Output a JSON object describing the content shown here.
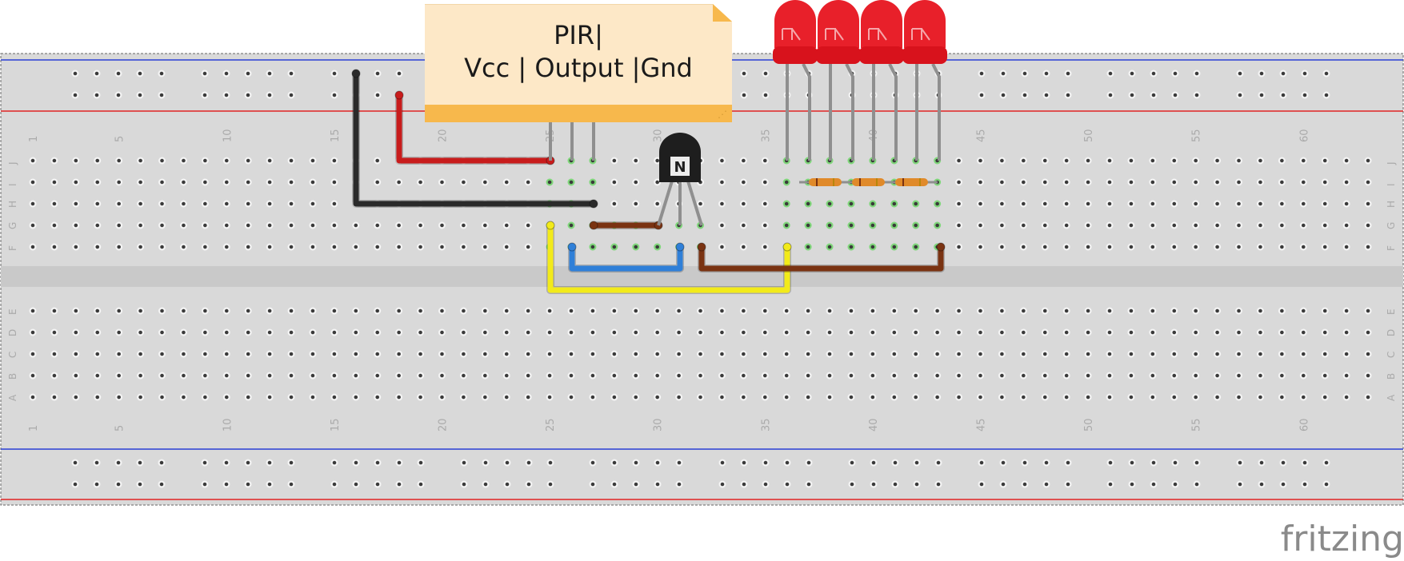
{
  "note": {
    "lines": [
      "PIR|",
      "Vcc | Output |Gnd"
    ]
  },
  "logo": "fritzing",
  "breadboard": {
    "column_numbers": [
      "1",
      "5",
      "10",
      "15",
      "20",
      "25",
      "30",
      "35",
      "40",
      "45",
      "50",
      "55",
      "60"
    ],
    "top_row_letters": [
      "J",
      "I",
      "H",
      "G",
      "F"
    ],
    "bottom_row_letters": [
      "E",
      "D",
      "C",
      "B",
      "A"
    ],
    "transistor_marking": "N"
  },
  "colors": {
    "board": "#d9d9d9",
    "rail_blue": "#2b3fd6",
    "rail_red": "#e02424",
    "wire_black": "#2a2a2a",
    "wire_red": "#c81c1c",
    "wire_yellow": "#f2ea1a",
    "wire_blue": "#2f7fd8",
    "wire_brown": "#7a3312",
    "led_red": "#e8202a",
    "note_bg": "#fde8c7",
    "note_bar": "#f7b84c"
  },
  "parts": {
    "leds": [
      {
        "name": "led-1"
      },
      {
        "name": "led-2"
      },
      {
        "name": "led-3"
      },
      {
        "name": "led-4"
      }
    ],
    "resistors": [
      {
        "name": "resistor-1"
      },
      {
        "name": "resistor-2"
      },
      {
        "name": "resistor-3"
      }
    ]
  }
}
